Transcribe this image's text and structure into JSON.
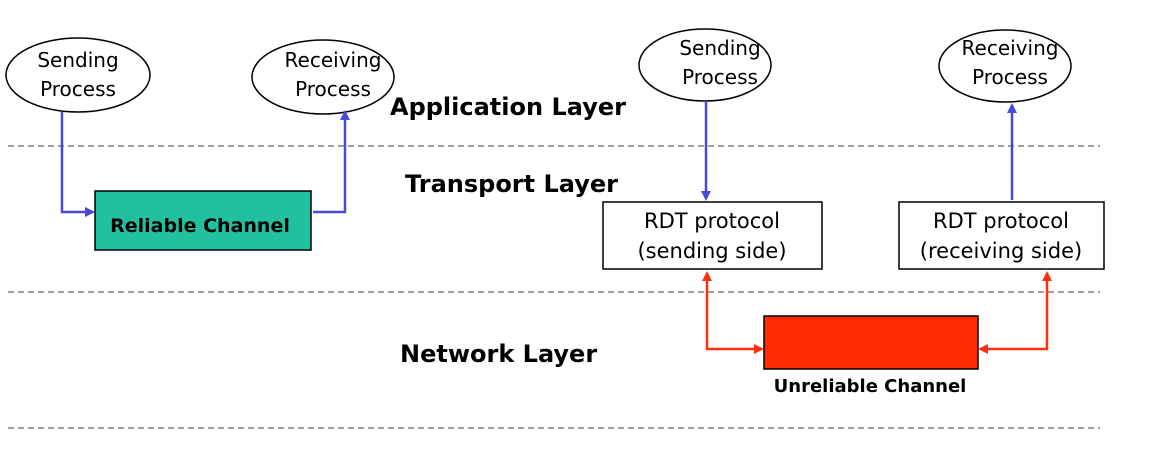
{
  "layers": {
    "application": "Application Layer",
    "transport": "Transport Layer",
    "network": "Network Layer"
  },
  "left": {
    "sender": {
      "line1": "Sending",
      "line2": "Process"
    },
    "receiver": {
      "line1": "Receiving",
      "line2": "Process"
    },
    "channel": "Reliable Channel"
  },
  "right": {
    "sender": {
      "line1": "Sending",
      "line2": "Process"
    },
    "receiver": {
      "line1": "Receiving",
      "line2": "Process"
    },
    "rdt_send": {
      "line1": "RDT protocol",
      "line2": "(sending side)"
    },
    "rdt_recv": {
      "line1": "RDT protocol",
      "line2": "(receiving side)"
    },
    "channel": "Unreliable Channel"
  },
  "colors": {
    "blue_arrow": "#4a4ad8",
    "red_arrow": "#ff3010",
    "reliable_fill": "#20c0a0",
    "unreliable_fill": "#ff2a00"
  }
}
